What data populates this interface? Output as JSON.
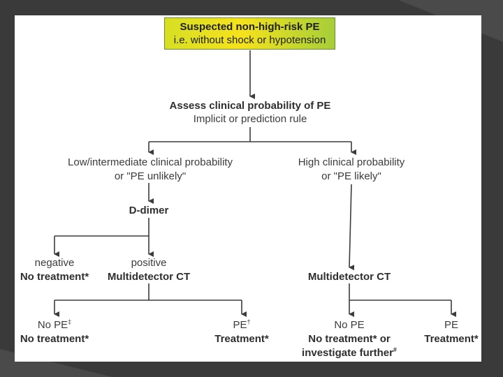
{
  "start": {
    "line1": "Suspected non-high-risk PE",
    "line2": "i.e. without shock or hypotension"
  },
  "assess": {
    "line1": "Assess clinical probability of PE",
    "line2": "Implicit or prediction rule"
  },
  "low_branch": {
    "line1": "Low/intermediate clinical probability",
    "line2": "or \"PE unlikely\""
  },
  "high_branch": {
    "line1": "High clinical probability",
    "line2": "or \"PE likely\""
  },
  "ddimer": "D-dimer",
  "negative": {
    "line1": "negative",
    "line2": "No treatment*"
  },
  "positive": {
    "line1": "positive",
    "line2": "Multidetector CT"
  },
  "high_ct": "Multidetector CT",
  "outcomes": {
    "low_no_pe": {
      "line1": "No PE",
      "line1_sup": "‡",
      "line2": "No treatment*"
    },
    "low_pe": {
      "line1": "PE",
      "line1_sup": "†",
      "line2": "Treatment*"
    },
    "high_no_pe": {
      "line1": "No PE",
      "line2": "No treatment* or",
      "line3": "investigate further",
      "line3_sup": "#"
    },
    "high_pe": {
      "line1": "PE",
      "line2": "Treatment*"
    }
  },
  "colors": {
    "slide_bg": "#3a3a3a",
    "header_gradient_start": "#d7df23",
    "header_gradient_mid": "#f5e21c",
    "header_gradient_end": "#a6ce39",
    "line_color": "#3b3b3b"
  }
}
